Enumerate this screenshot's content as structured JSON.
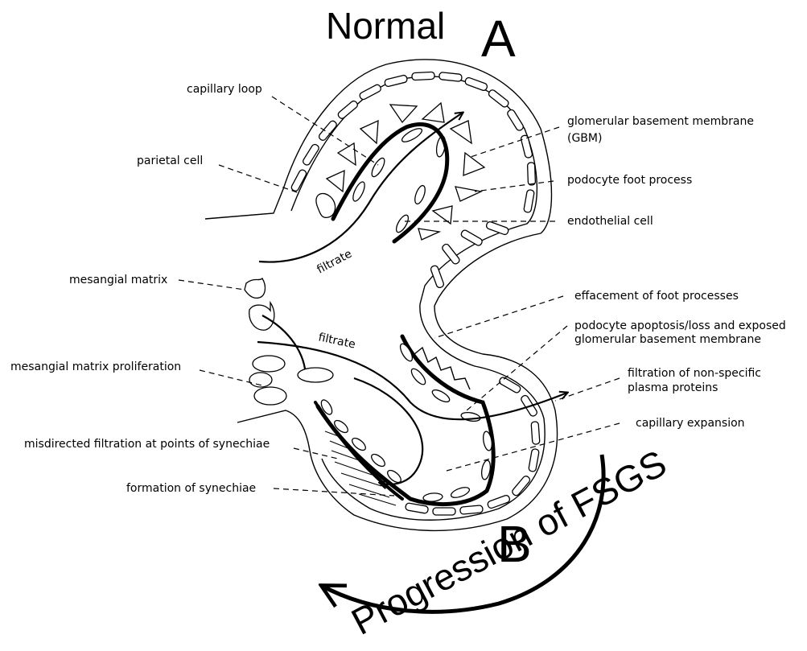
{
  "headings": {
    "normal": "Normal",
    "panel_a": "A",
    "panel_b": "B",
    "progression": "Progression of FSGS"
  },
  "flow_labels": {
    "filtrate_top": "filtrate",
    "filtrate_bottom": "filtrate"
  },
  "labels": {
    "capillary_loop": "capillary loop",
    "parietal_cell": "parietal cell",
    "gbm_line1": "glomerular basement membrane",
    "gbm_line2": "(GBM)",
    "podocyte_foot_process": "podocyte foot process",
    "endothelial_cell": "endothelial cell",
    "mesangial_matrix": "mesangial matrix",
    "effacement": "effacement of foot processes",
    "apoptosis_line1": "podocyte apoptosis/loss and exposed",
    "apoptosis_line2": "glomerular basement membrane",
    "mesangial_proliferation": "mesangial matrix proliferation",
    "nonspecific_line1": "filtration of non-specific",
    "nonspecific_line2": "plasma proteins",
    "capillary_expansion": "capillary expansion",
    "misdirected": "misdirected filtration at points of synechiae",
    "synechiae": "formation of synechiae"
  }
}
